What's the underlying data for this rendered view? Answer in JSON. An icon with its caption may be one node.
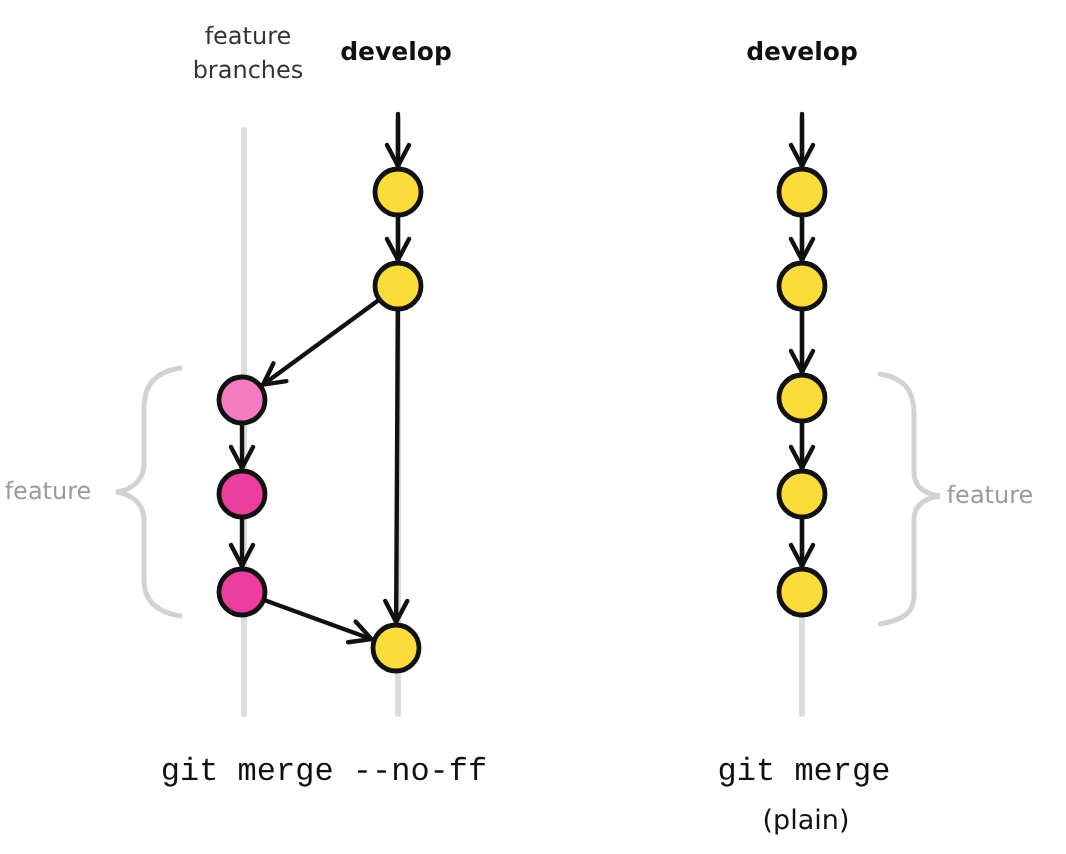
{
  "diagram": {
    "nodes": [
      {
        "text": [],
        "shape": "circle"
      },
      {
        "text": [],
        "shape": "circle"
      },
      {
        "text": [],
        "shape": "circle"
      },
      {
        "text": [],
        "shape": "circle"
      },
      {
        "text": [],
        "shape": "circle"
      },
      {
        "text": [],
        "shape": "circle"
      },
      {
        "text": [],
        "shape": "circle"
      },
      {
        "text": [],
        "shape": "circle"
      },
      {
        "text": [],
        "shape": "circle"
      },
      {
        "text": [],
        "shape": "circle"
      },
      {
        "text": [],
        "shape": "circle"
      }
    ],
    "edges": [
      {
        "from": null,
        "to": 0,
        "arrow": "to"
      },
      {
        "from": 0,
        "to": 1,
        "arrow": "to"
      },
      {
        "from": 1,
        "to": 2,
        "arrow": "to"
      },
      {
        "from": 2,
        "to": 3,
        "arrow": "to"
      },
      {
        "from": 3,
        "to": 4,
        "arrow": "to"
      },
      {
        "from": 4,
        "to": 5,
        "arrow": "to"
      },
      {
        "from": 1,
        "to": 5,
        "arrow": "to"
      },
      {
        "from": null,
        "to": 6,
        "arrow": "to"
      },
      {
        "from": 6,
        "to": 7,
        "arrow": "to"
      },
      {
        "from": 7,
        "to": 8,
        "arrow": "to"
      },
      {
        "from": 8,
        "to": 9,
        "arrow": "to"
      },
      {
        "from": 9,
        "to": 10,
        "arrow": "to"
      }
    ],
    "labels": [
      "feature branches",
      "develop",
      "develop",
      "feature",
      "feature",
      "git merge --no-ff",
      "git merge",
      "(plain)"
    ]
  }
}
